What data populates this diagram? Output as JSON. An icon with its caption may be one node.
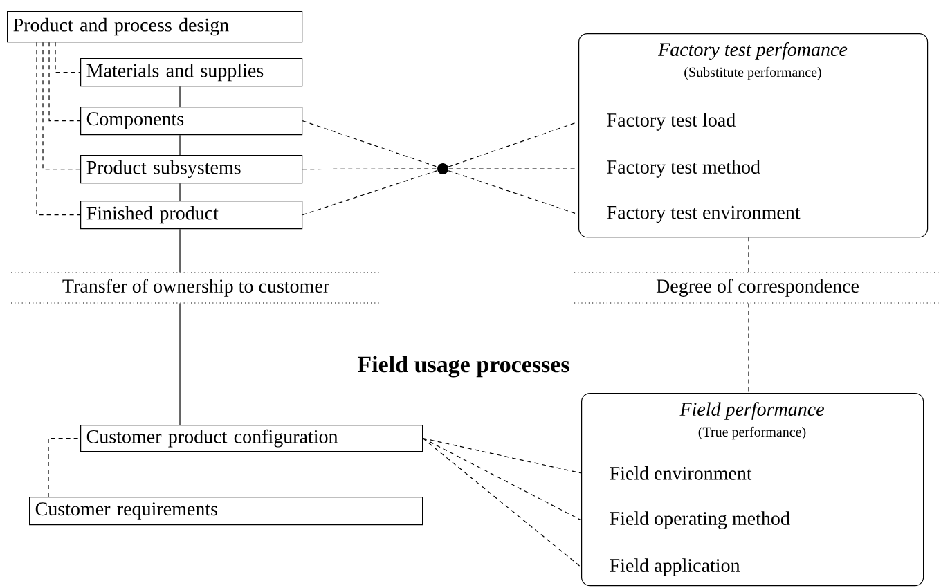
{
  "diagram": {
    "nodes": [
      {
        "text": [
          "Product and process design"
        ]
      },
      {
        "text": [
          "Materials and supplies"
        ]
      },
      {
        "text": [
          "Components"
        ]
      },
      {
        "text": [
          "Product subsystems"
        ]
      },
      {
        "text": [
          "Finished product"
        ]
      },
      {
        "text": [
          "Transfer of ownership to customer"
        ]
      },
      {
        "text": [
          "Degree of correspondence"
        ]
      },
      {
        "text": [
          "Customer product configuration"
        ]
      },
      {
        "text": [
          "Customer requirements"
        ]
      },
      {
        "text": [
          "Field performance",
          "(True performance)"
        ]
      },
      {
        "text": [
          "Field environment"
        ],
        "in": 9
      },
      {
        "text": [
          "Field operating method"
        ],
        "in": 9
      },
      {
        "text": [
          "Field application"
        ],
        "in": 9
      },
      {
        "text": [
          "Factory test perfomance",
          "(Substitute performance)"
        ]
      },
      {
        "text": [
          "Factory test load"
        ],
        "in": 13
      },
      {
        "text": [
          "Factory test method"
        ],
        "in": 13
      },
      {
        "text": [
          "Factory test environment"
        ],
        "in": 13
      },
      {
        "text": [],
        "shape": "circle"
      }
    ],
    "edges": [
      {
        "from": 0,
        "to": 1,
        "arrow": "none",
        "style": "dashed"
      },
      {
        "from": 0,
        "to": 2,
        "arrow": "none",
        "style": "dashed"
      },
      {
        "from": 0,
        "to": 3,
        "arrow": "none",
        "style": "dashed"
      },
      {
        "from": 0,
        "to": 4,
        "arrow": "none",
        "style": "dashed"
      },
      {
        "from": 1,
        "to": 2,
        "arrow": "none"
      },
      {
        "from": 2,
        "to": 3,
        "arrow": "none"
      },
      {
        "from": 3,
        "to": 4,
        "arrow": "none"
      },
      {
        "from": 4,
        "to": 5,
        "arrow": "none"
      },
      {
        "from": 5,
        "to": 7,
        "arrow": "none"
      },
      {
        "from": 2,
        "to": 17,
        "arrow": "none",
        "style": "dashed"
      },
      {
        "from": 3,
        "to": 17,
        "arrow": "none",
        "style": "dashed"
      },
      {
        "from": 4,
        "to": 17,
        "arrow": "none",
        "style": "dashed"
      },
      {
        "from": 17,
        "to": 14,
        "arrow": "none",
        "style": "dashed"
      },
      {
        "from": 17,
        "to": 15,
        "arrow": "none",
        "style": "dashed"
      },
      {
        "from": 17,
        "to": 16,
        "arrow": "none",
        "style": "dashed"
      },
      {
        "from": 13,
        "to": 6,
        "arrow": "none",
        "style": "dashed"
      },
      {
        "from": 6,
        "to": 9,
        "arrow": "none",
        "style": "dashed"
      },
      {
        "from": 7,
        "to": 10,
        "arrow": "none",
        "style": "dashed"
      },
      {
        "from": 7,
        "to": 11,
        "arrow": "none",
        "style": "dashed"
      },
      {
        "from": 7,
        "to": 12,
        "arrow": "none",
        "style": "dashed"
      },
      {
        "from": 8,
        "to": 7,
        "arrow": "none",
        "style": "dashed"
      }
    ],
    "labels": [
      "Field usage processes"
    ]
  }
}
